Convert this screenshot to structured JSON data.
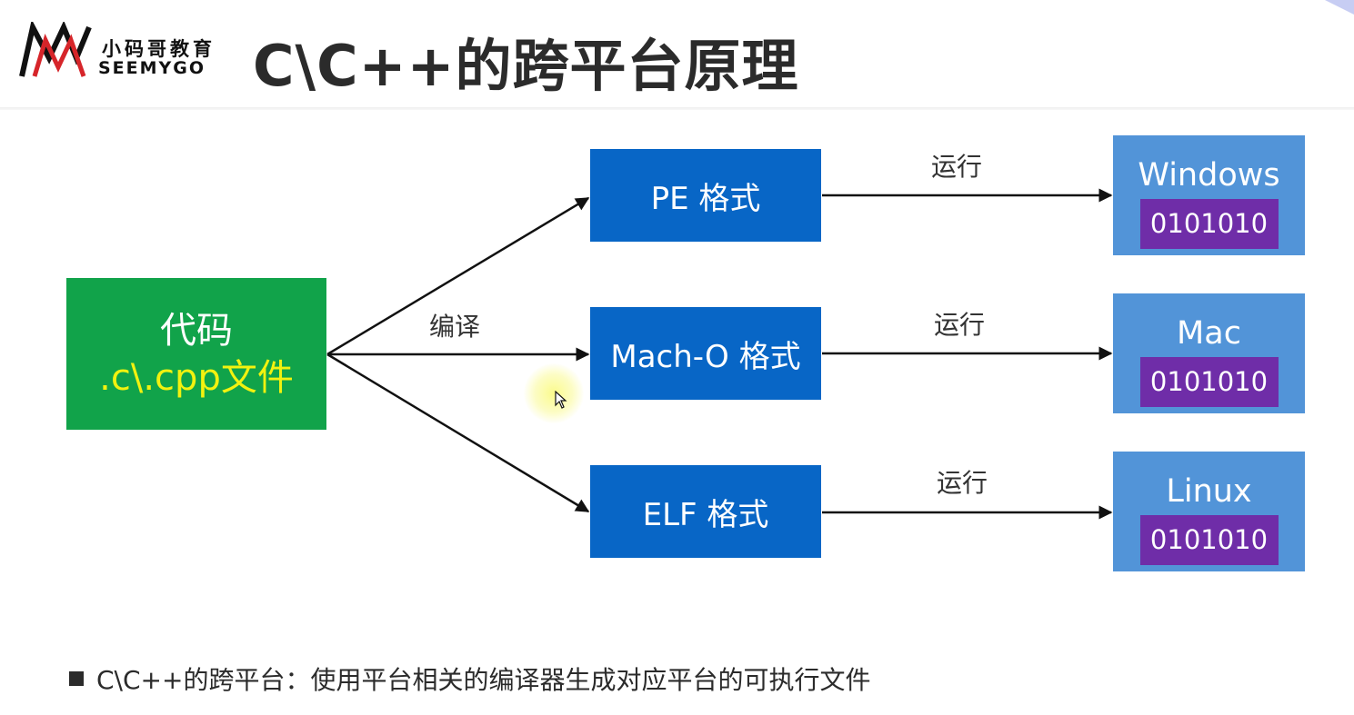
{
  "header": {
    "logo_cn": "小码哥教育",
    "logo_en": "SEEMYGO",
    "title": "C\\C++的跨平台原理"
  },
  "diagram": {
    "source": {
      "title": "代码",
      "subtitle": ".c\\.cpp文件"
    },
    "edge_compile_label": "编译",
    "formats": [
      {
        "label": "PE 格式"
      },
      {
        "label": "Mach-O 格式"
      },
      {
        "label": "ELF 格式"
      }
    ],
    "run_labels": [
      "运行",
      "运行",
      "运行"
    ],
    "targets": [
      {
        "name": "Windows",
        "binary": "0101010"
      },
      {
        "name": "Mac",
        "binary": "0101010"
      },
      {
        "name": "Linux",
        "binary": "0101010"
      }
    ]
  },
  "footer": {
    "bullet_text": "C\\C++的跨平台：使用平台相关的编译器生成对应平台的可执行文件"
  },
  "colors": {
    "source_bg": "#11a34a",
    "source_subtitle": "#f2f20f",
    "format_bg": "#0866c6",
    "target_bg": "#5294d8",
    "binary_bg": "#6f2da8",
    "logo_red": "#d6252a"
  },
  "icons": [
    "seemygo-logo-icon",
    "mouse-cursor-icon",
    "square-bullet-icon",
    "arrowhead-icon"
  ]
}
